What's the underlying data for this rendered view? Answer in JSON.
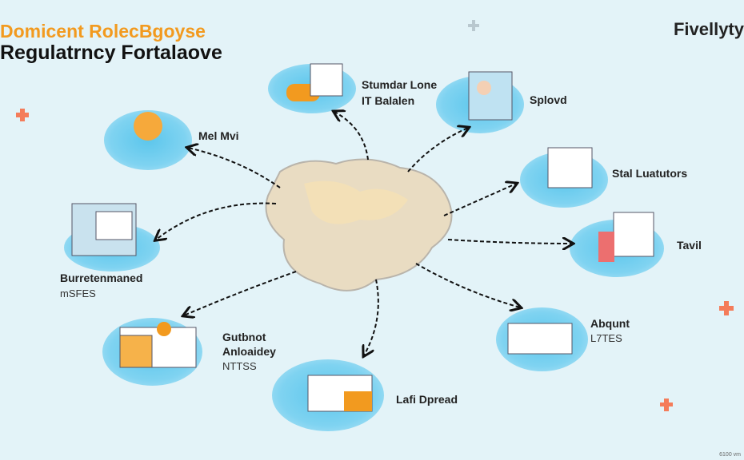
{
  "header": {
    "title_line1": "Domicent RolecBgoyse",
    "title_line2": "Regulatrncy Fortalaove",
    "logo": "Fivellyty"
  },
  "nodes": [
    {
      "label": "Mel Mvi",
      "icon": "virus-globe-icon"
    },
    {
      "label": "Stumdar Lone",
      "sub": "IT Balalen",
      "icon": "documents-icon"
    },
    {
      "label": "Splovd",
      "icon": "person-at-computer-icon"
    },
    {
      "label": "Stal Luatutors",
      "icon": "clipboard-icon"
    },
    {
      "label": "Tavil",
      "icon": "presenter-icon"
    },
    {
      "label": "Abqunt",
      "sub": "L7TES",
      "icon": "government-building-icon"
    },
    {
      "label": "Lafi Dpread",
      "icon": "factory-icon"
    },
    {
      "label": "Gutbnot",
      "label2": "Anloaidey",
      "sub": "NTTSS",
      "icon": "capitol-building-icon"
    },
    {
      "label": "Burretenmaned",
      "sub": "mSFES",
      "icon": "city-skyline-icon"
    }
  ],
  "footer": {
    "right": "6100 vm"
  },
  "colors": {
    "accent": "#f29a1f",
    "blob": "#5cc6ec",
    "background": "#e3f3f8",
    "plus": "#f47c5a"
  }
}
